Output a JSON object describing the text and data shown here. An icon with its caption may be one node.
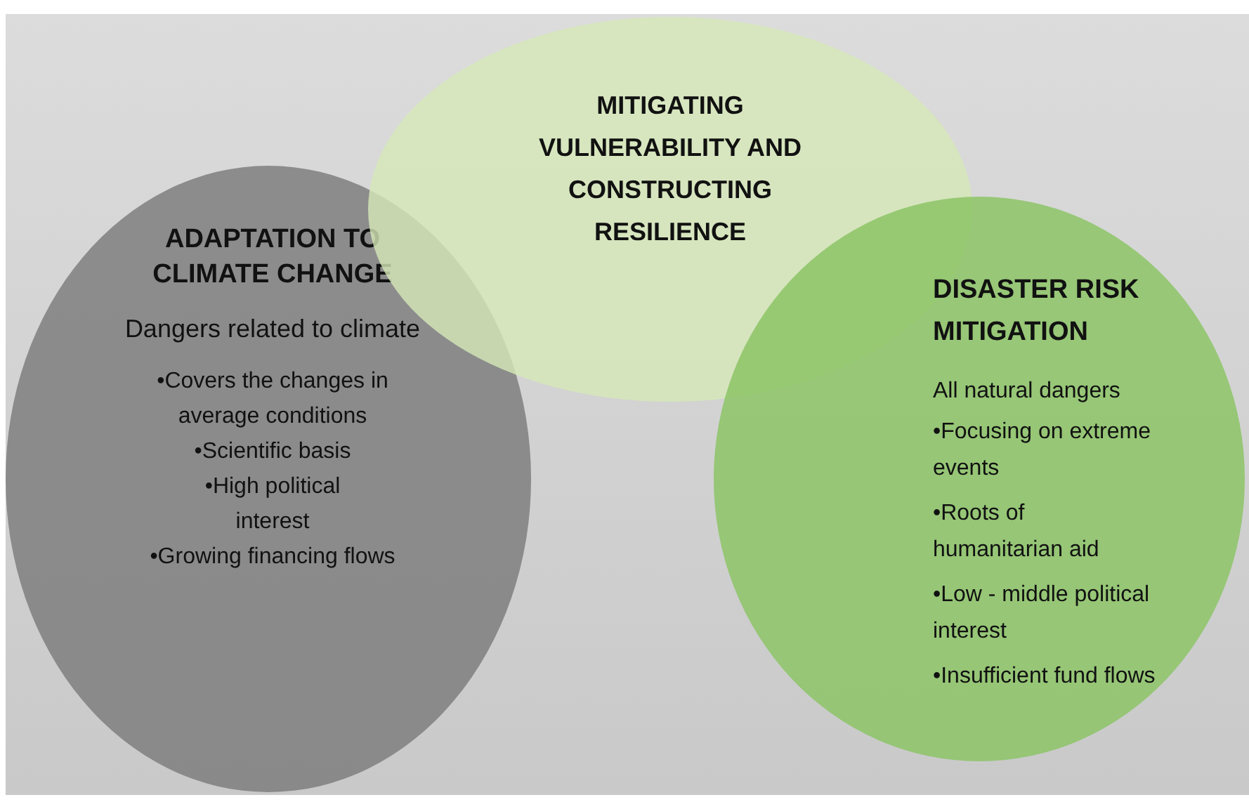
{
  "diagram": {
    "nodes": [
      {
        "text": [
          "MITIGATING VULNERABILITY AND CONSTRUCTING RESILIENCE"
        ]
      },
      {
        "text": [
          "ADAPTATION TO CLIMATE CHANGE",
          "Dangers related to climate",
          "•Covers the changes in average conditions",
          "•Scientific basis",
          "•High political interest",
          "•Growing financing flows"
        ]
      },
      {
        "text": [
          "DISASTER RISK MITIGATION",
          "All natural dangers",
          "•Focusing on extreme events",
          "•Roots of humanitarian aid",
          "•Low - middle political interest",
          "•Insufficient fund flows"
        ]
      }
    ]
  }
}
